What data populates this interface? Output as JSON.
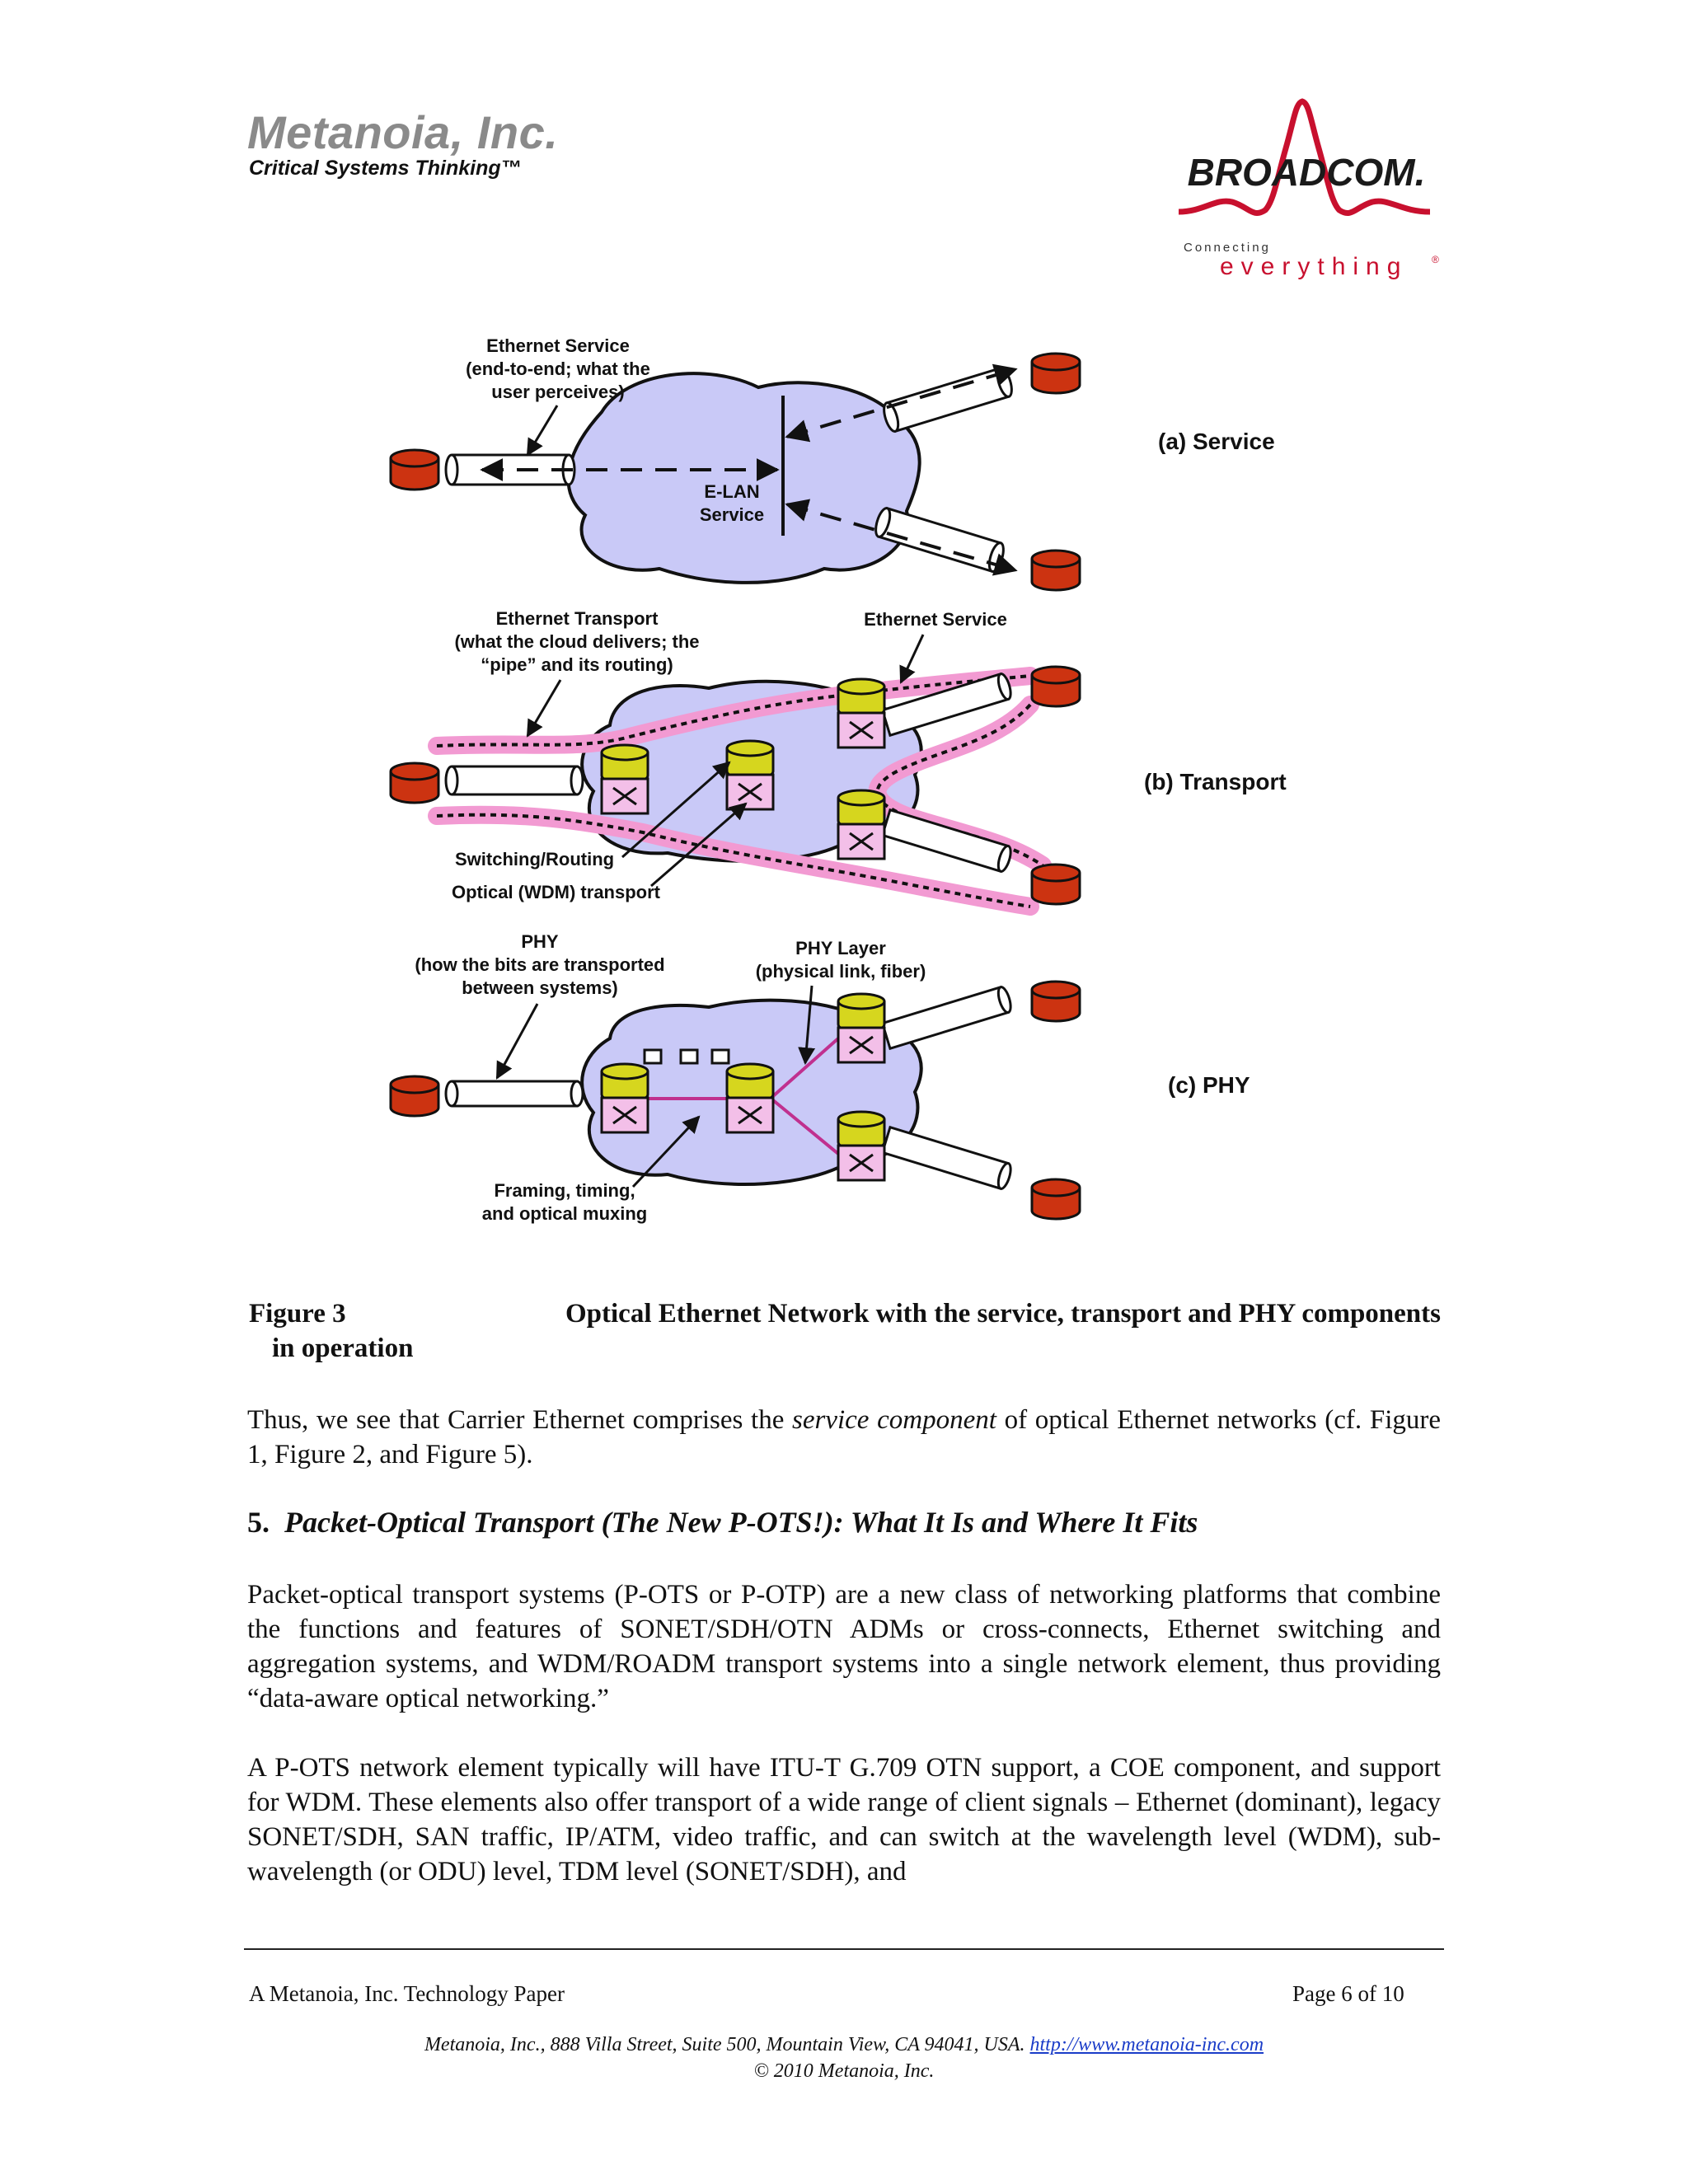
{
  "header": {
    "company_name": "Metanoia, Inc.",
    "tagline": "Critical Systems Thinking™",
    "partner_logo": {
      "name": "BROADCOM.",
      "connecting": "Connecting",
      "everything": "everything",
      "registered": "®",
      "brand_color": "#c8102e"
    }
  },
  "figure": {
    "panel_a": {
      "label": "(a) Service",
      "ann_service_lines": [
        "Ethernet Service",
        "(end-to-end; what the",
        "user perceives)"
      ],
      "elan_lines": [
        "E-LAN",
        "Service"
      ]
    },
    "panel_b": {
      "label": "(b) Transport",
      "ann_transport_lines": [
        "Ethernet Transport",
        "(what the cloud delivers; the",
        "“pipe” and its routing)"
      ],
      "ann_service": "Ethernet Service",
      "ann_switching": "Switching/Routing",
      "ann_optical": "Optical (WDM) transport"
    },
    "panel_c": {
      "label": "(c) PHY",
      "ann_phy_lines": [
        "PHY",
        "(how the bits are transported",
        "between systems)"
      ],
      "ann_phy_layer_lines": [
        "PHY Layer",
        "(physical link, fiber)"
      ],
      "ann_framing_lines": [
        "Framing, timing,",
        "and optical muxing"
      ]
    },
    "colors": {
      "cloud": "#c9c9f7",
      "endpoint": "#cc3311",
      "node_top": "#d6d61e",
      "node_box": "#f3bfe8",
      "pipe_highlight": "#f29ad2",
      "phy_link": "#c0308f"
    }
  },
  "caption": {
    "label": "Figure 3",
    "text": "Optical Ethernet Network with the service, transport and PHY components",
    "text_cont": "in operation"
  },
  "para1": {
    "before": "Thus, we see that Carrier Ethernet comprises the ",
    "emph": "service component",
    "after": " of optical Ethernet networks (cf. Figure 1, Figure 2, and Figure 5)."
  },
  "section": {
    "number": "5.",
    "title": "Packet-Optical Transport (The New P-OTS!): What It Is and Where It Fits"
  },
  "para2": "Packet-optical transport systems (P-OTS or P-OTP) are a new class of networking platforms that combine the functions and features of SONET/SDH/OTN ADMs or cross-connects, Ethernet switching and aggregation systems, and WDM/ROADM transport systems into a single network element, thus providing “data-aware optical networking.”",
  "para3": "A P-OTS network element typically will have ITU-T G.709 OTN support, a COE component, and support for WDM. These elements also offer transport of a wide range of client signals – Ethernet (dominant), legacy SONET/SDH, SAN traffic, IP/ATM, video traffic, and can switch at the wavelength level (WDM), sub-wavelength (or ODU) level, TDM level (SONET/SDH), and",
  "footer": {
    "left": "A Metanoia, Inc. Technology Paper",
    "right": "Page 6 of 10",
    "address": "Metanoia, Inc., 888 Villa Street, Suite 500, Mountain View, CA 94041, USA. ",
    "url": "http://www.metanoia-inc.com",
    "copyright": "© 2010 Metanoia, Inc."
  }
}
